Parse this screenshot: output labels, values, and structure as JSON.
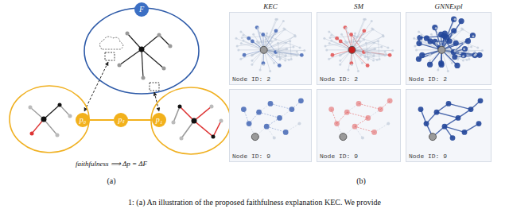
{
  "diagram": {
    "caption": "1: (a) An illustration of the proposed faithfulness explanation KEC. We provide",
    "nodes": [
      {
        "text": [
          "F"
        ]
      },
      {
        "text": [
          "p₀"
        ]
      },
      {
        "text": [
          "pₜ"
        ]
      },
      {
        "text": [
          "p₁"
        ]
      },
      {
        "text": [
          "KEC",
          "Node ID: 2"
        ]
      },
      {
        "text": [
          "SM",
          "Node ID: 2"
        ]
      },
      {
        "text": [
          "GNNExpl",
          "Node ID: 2"
        ]
      },
      {
        "text": [
          "Node ID: 9"
        ]
      },
      {
        "text": [
          "Node ID: 9"
        ]
      },
      {
        "text": [
          "Node ID: 9"
        ]
      }
    ],
    "edges": [
      {
        "from": 1,
        "to": 2,
        "arrow": "none"
      },
      {
        "from": 2,
        "to": 3,
        "arrow": "none"
      }
    ],
    "labels": [
      "faithfulness ⟹ Δp = ΔF",
      "(a)",
      "(b)"
    ]
  }
}
